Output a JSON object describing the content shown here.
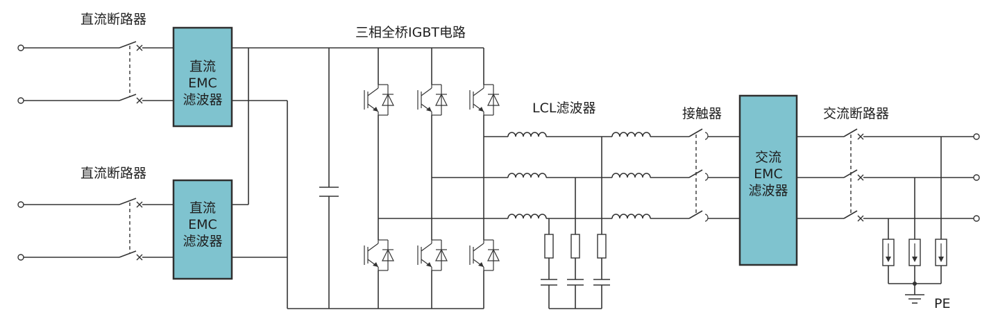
{
  "colors": {
    "filter_box": "#7fc3cf",
    "line": "#333333"
  },
  "labels": {
    "dc_breaker_top": "直流断路器",
    "dc_breaker_bottom": "直流断路器",
    "igbt_bridge": "三相全桥IGBT电路",
    "lcl_filter": "LCL滤波器",
    "contactor": "接触器",
    "ac_breaker": "交流断路器",
    "pe": "PE"
  },
  "dc_filter_top": {
    "line1": "直流",
    "line2": "EMC",
    "line3": "滤波器"
  },
  "dc_filter_bottom": {
    "line1": "直流",
    "line2": "EMC",
    "line3": "滤波器"
  },
  "ac_filter": {
    "line1": "交流",
    "line2": "EMC",
    "line3": "滤波器"
  },
  "icons": [
    "igbt-icon",
    "capacitor-icon",
    "inductor-icon",
    "resistor-icon",
    "switch-icon",
    "surge-arrester-icon",
    "ground-icon",
    "terminal-icon"
  ]
}
